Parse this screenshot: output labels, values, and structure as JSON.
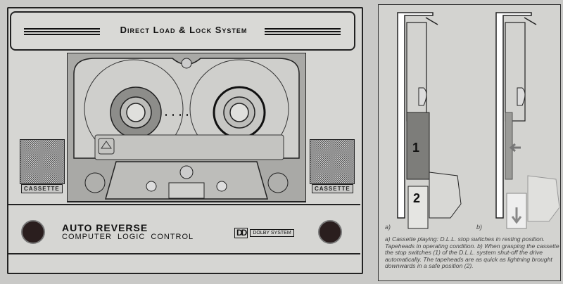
{
  "deck": {
    "banner_title": "Direct Load & Lock System",
    "left_label": "CASSETTE",
    "right_label": "CASSETTE",
    "brand_line1": "AUTO REVERSE",
    "brand_line2": "COMPUTER  LOGIC  CONTROL",
    "dolby_logo": "DD",
    "dolby_text": "DOLBY SYSTEM"
  },
  "diagram": {
    "fig_a_label": "a)",
    "fig_b_label": "b)",
    "part1": "1",
    "part2": "2",
    "caption": "a) Cassette playing: D.L.L. stop switches in resting position. Tapeheads in operating condition. b) When grasping the cassette the stop switches (1) of the D.L.L. system shut-off the drive automatically. The tapeheads are as quick as lightning brought downwards in a safe position (2)."
  }
}
